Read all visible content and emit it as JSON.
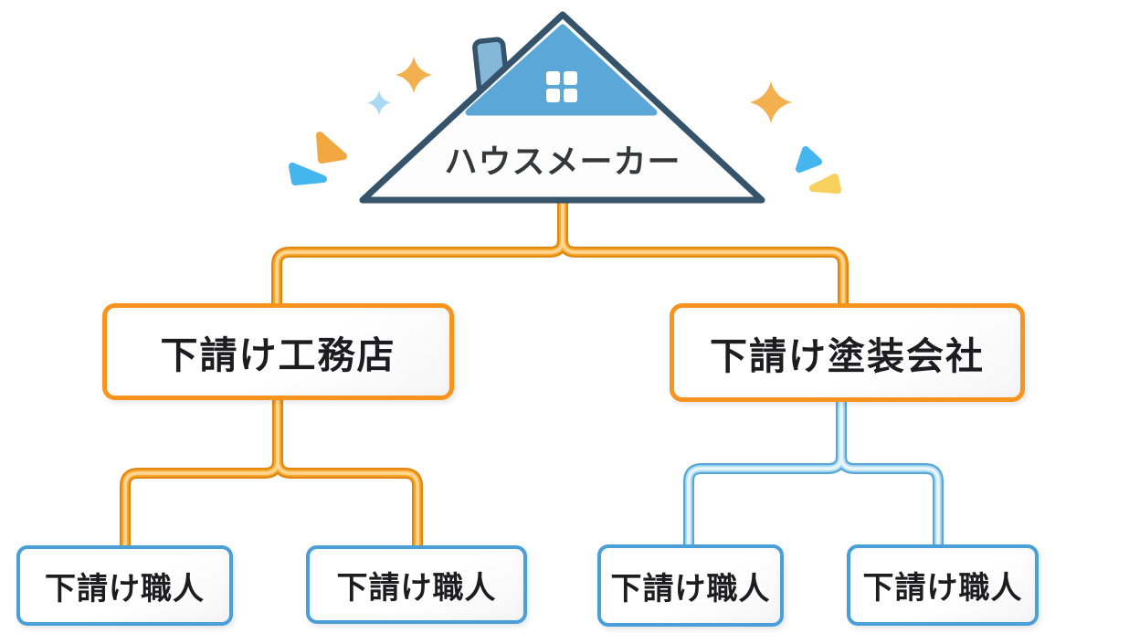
{
  "diagram": {
    "type": "org-hierarchy",
    "nodes": {
      "root": {
        "label": "ハウスメーカー"
      },
      "contractors": [
        {
          "label": "下請け工務店"
        },
        {
          "label": "下請け塗装会社"
        }
      ],
      "workers": [
        {
          "label": "下請け職人"
        },
        {
          "label": "下請け職人"
        },
        {
          "label": "下請け職人"
        },
        {
          "label": "下請け職人"
        }
      ]
    },
    "edges": [
      {
        "from": "ハウスメーカー",
        "to": "下請け工務店",
        "color": "#F7941D"
      },
      {
        "from": "ハウスメーカー",
        "to": "下請け塗装会社",
        "color": "#F7941D"
      },
      {
        "from": "下請け工務店",
        "to": "下請け職人",
        "color": "#F7941D"
      },
      {
        "from": "下請け工務店",
        "to": "下請け職人",
        "color": "#F7941D"
      },
      {
        "from": "下請け塗装会社",
        "to": "下請け職人",
        "color": "#4B9FD8"
      },
      {
        "from": "下請け塗装会社",
        "to": "下請け職人",
        "color": "#4B9FD8"
      }
    ],
    "colors": {
      "orange_accent": "#F7941D",
      "blue_accent": "#4B9FD8",
      "house_outline_navy": "#35536B",
      "roof_blue": "#5BA7D7",
      "text": "#1D1D1F",
      "sparkle_orange": "#F2B14E",
      "sparkle_blue": "#45B5EE",
      "sparkle_yellow": "#F8D05E"
    }
  }
}
